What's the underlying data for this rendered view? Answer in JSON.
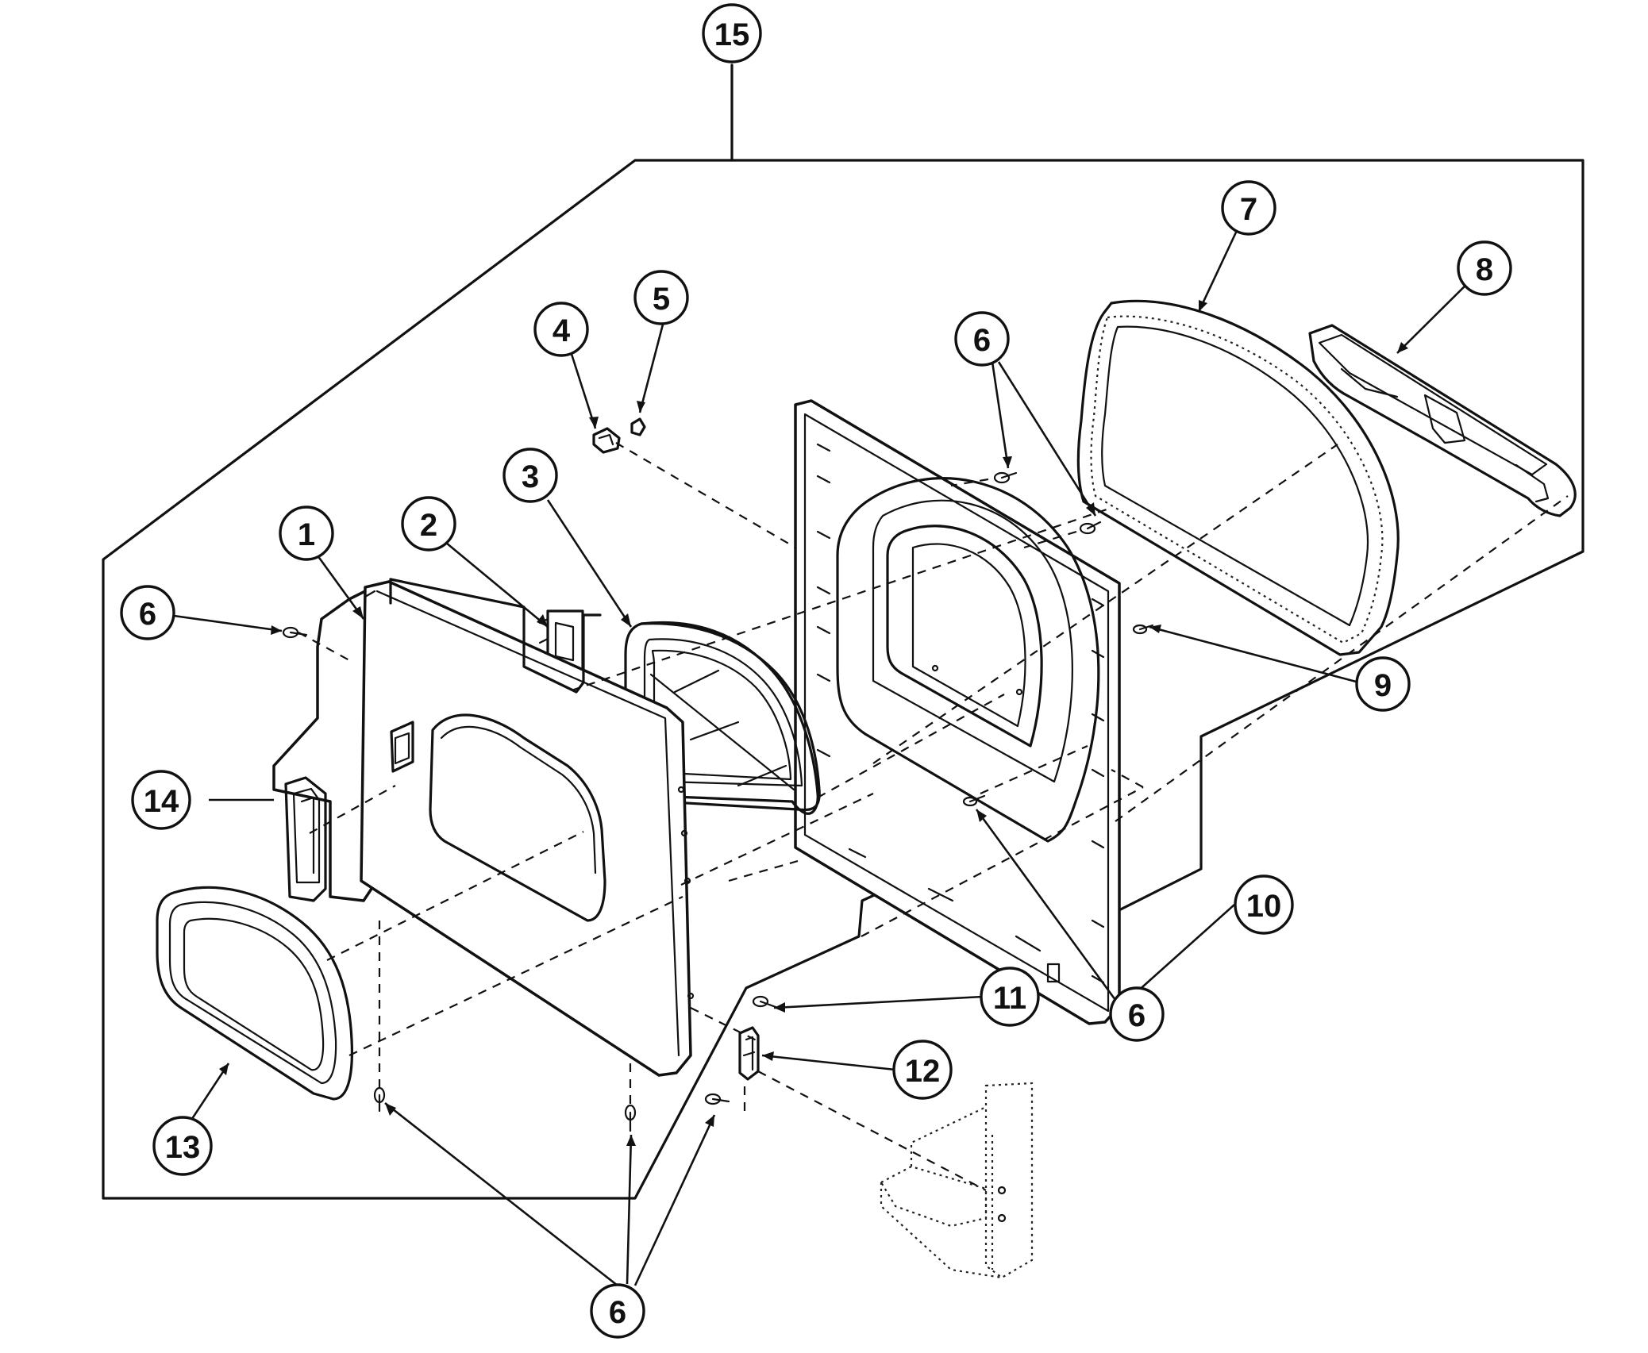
{
  "callouts": {
    "c1": "1",
    "c2": "2",
    "c3": "3",
    "c4": "4",
    "c5": "5",
    "c6_top": "6",
    "c6_left": "6",
    "c6_mid": "6",
    "c6_bottom": "6",
    "c7": "7",
    "c8": "8",
    "c9": "9",
    "c10": "10",
    "c11": "11",
    "c12": "12",
    "c13": "13",
    "c14": "14",
    "c15": "15"
  },
  "colors": {
    "ink": "#111111",
    "paper": "#ffffff"
  }
}
